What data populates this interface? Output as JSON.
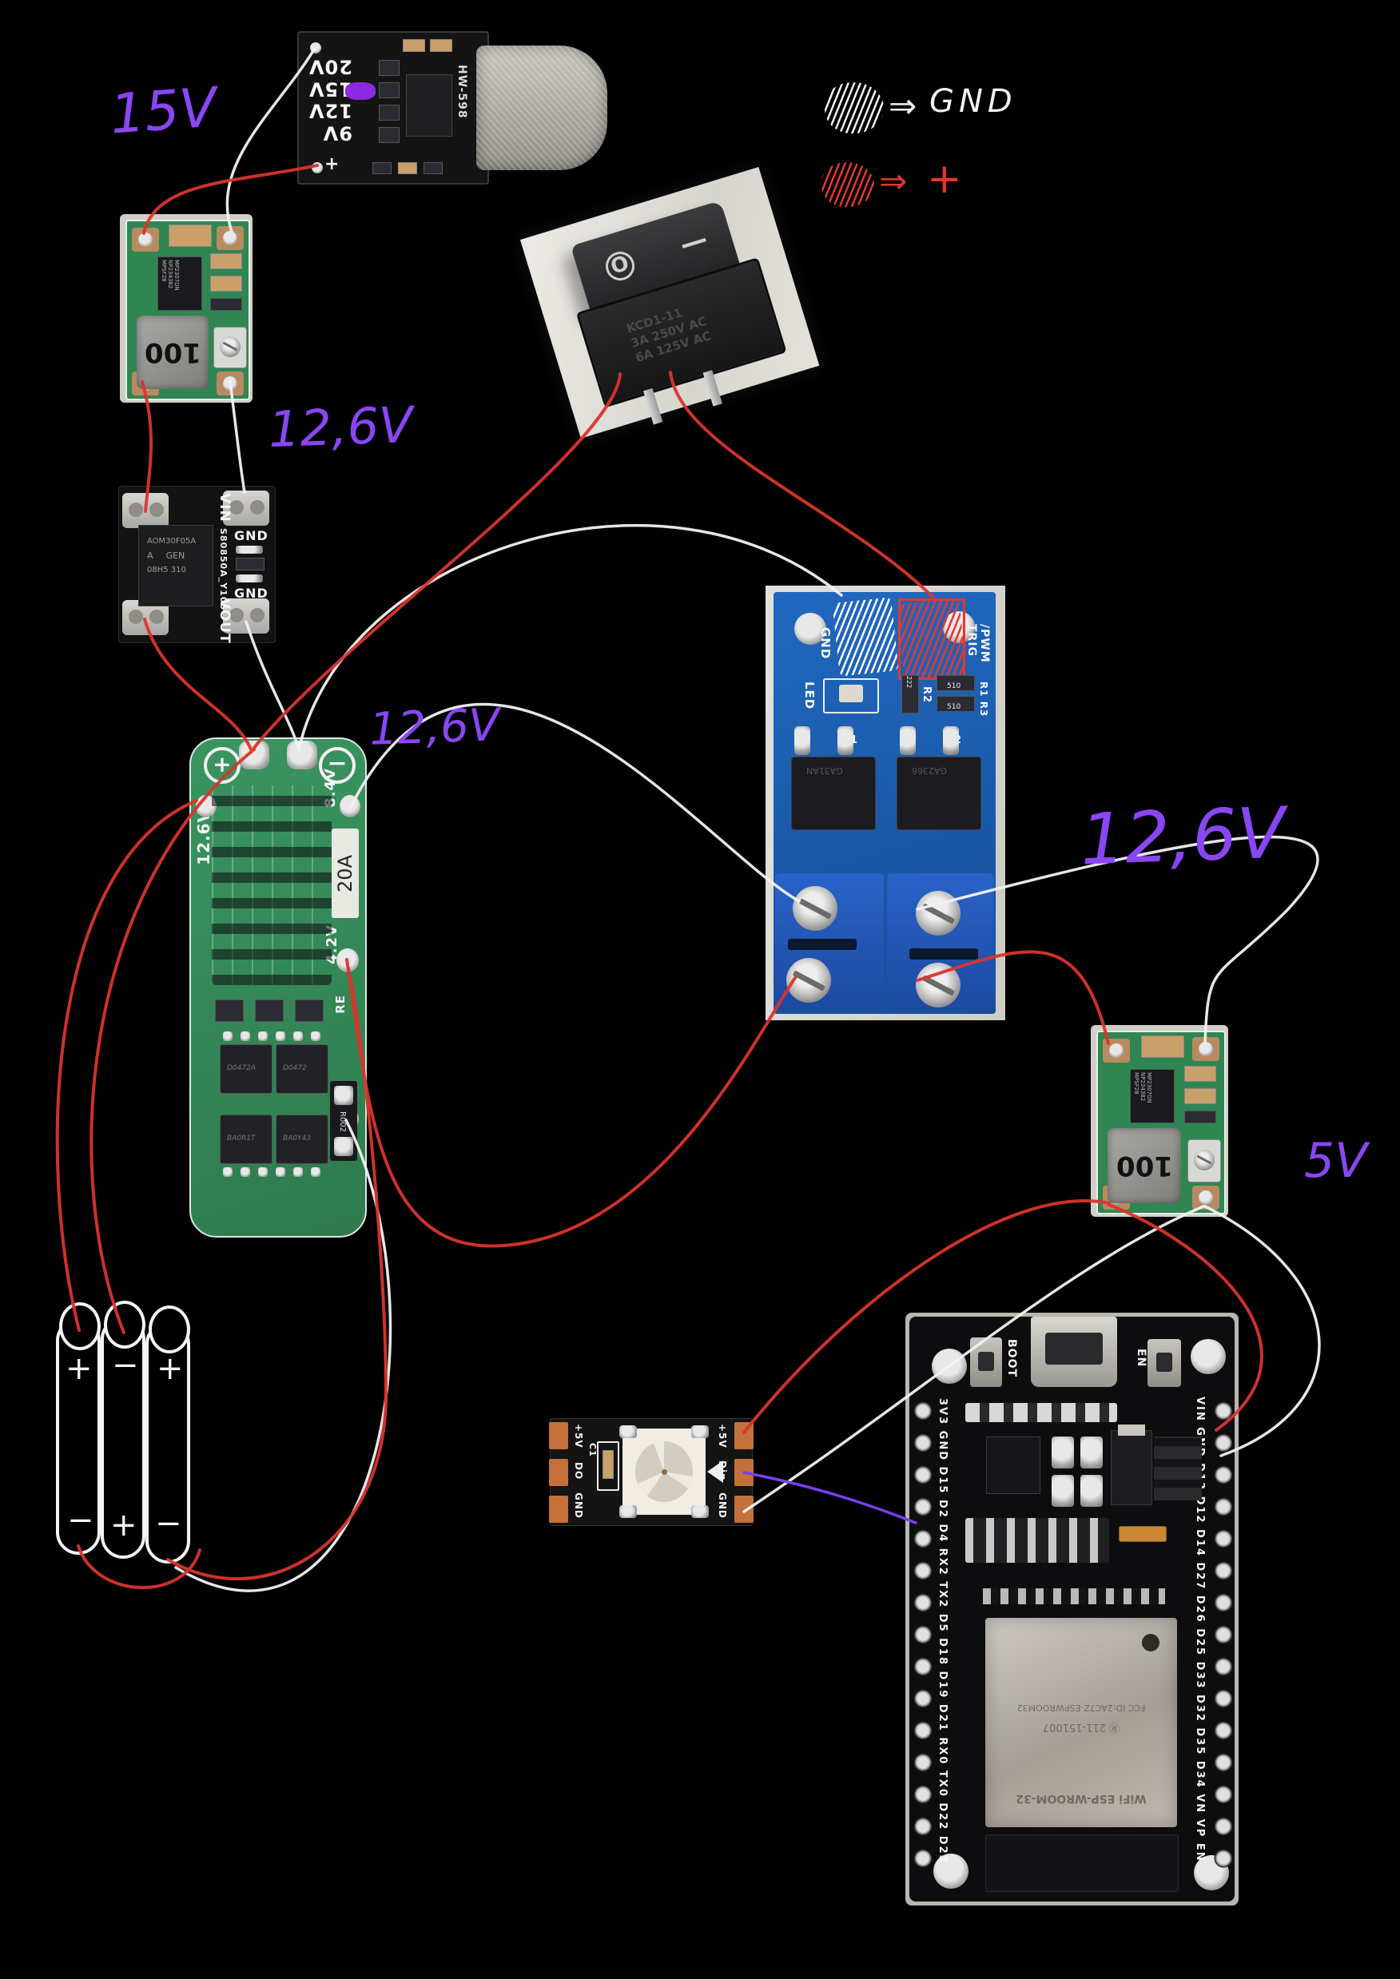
{
  "colors": {
    "background": "#000000",
    "wire_positive": "#d9352c",
    "wire_ground": "#f2f2f2",
    "wire_data": "#7b3ff2",
    "annotation_purple": "#8a46f5",
    "board_green": "#2f8653",
    "board_blue": "#1b5fb4"
  },
  "legend": {
    "gnd_label": "GND",
    "plus_label": "+",
    "arrow": "⇒"
  },
  "annotations": {
    "v15": "15V",
    "v126_top": "12,6V",
    "v126_mid": "12,6V",
    "v126_right": "12,6V",
    "v5": "5V"
  },
  "usb_trigger": {
    "voltages": [
      "20V",
      "15V",
      "12V",
      "9V"
    ],
    "chip": "HW-598",
    "plus": "+"
  },
  "buck": {
    "inductor": "100",
    "ic": [
      "MP2307DN",
      "NP234382",
      "MPSF28"
    ]
  },
  "load_switch": {
    "vin": "VIN",
    "part": "S80850A_Y105",
    "vout": "VOUT",
    "gnd_top": "GND",
    "gnd_bottom": "GND",
    "ic": "AOM30F05A",
    "ic_logo": "A",
    "ic_line2": "GEN",
    "ic_line3": "08H5  310"
  },
  "bms": {
    "pack_v": "12.6V",
    "out_v": "8.4V",
    "current": "20A",
    "cell_v": "4.2V",
    "re": "RE",
    "shunt": "R002",
    "plus": "+",
    "minus": "−",
    "fets": [
      "D0472A",
      "D0472",
      "BA0R1T",
      "BA0Y43"
    ]
  },
  "rocker": {
    "off_symbol": "O",
    "on_symbol": "—",
    "part": "KCD1-11",
    "rating1": "3A 250V AC",
    "rating2": "6A 125V AC"
  },
  "mosfet_module": {
    "gnd": "GND",
    "trig": "TRIG",
    "pwm": "/PWM",
    "led": "LED",
    "r2": "R2",
    "r1r3": "R1 R3",
    "res222": "222",
    "res510a": "510",
    "res510b": "510",
    "q1": "1",
    "q2": "2",
    "fet1": "GA31AN",
    "fet2": "GA2366"
  },
  "buck_out": {
    "inductor": "100",
    "ic": [
      "MP2307DN",
      "NP234382",
      "MPSF28"
    ]
  },
  "esp32": {
    "boot": "BOOT",
    "en": "EN",
    "left_pins": [
      "3V3",
      "GND",
      "D15",
      "D2",
      "D4",
      "RX2",
      "TX2",
      "D5",
      "D18",
      "D19",
      "D21",
      "RX0",
      "TX0",
      "D22",
      "D23"
    ],
    "right_pins": [
      "VIN",
      "GND",
      "D13",
      "D12",
      "D14",
      "D27",
      "D26",
      "D25",
      "D33",
      "D32",
      "D35",
      "D34",
      "VN",
      "VP",
      "EN"
    ],
    "shield_fcc": "FCC ID:2AC7Z-ESPWROOM32",
    "shield_cert": "Ⓡ 211-151007",
    "shield_wifi": "WiFi  ESP-WROOM-32"
  },
  "led_pixel": {
    "left_labels": [
      "+5V",
      "DO",
      "GND"
    ],
    "right_labels": [
      "+5V",
      "Din",
      "GND"
    ],
    "cap": "C1"
  },
  "battery": {
    "top_labels": [
      "+",
      "−",
      "+"
    ],
    "bottom_labels": [
      "−",
      "+",
      "−"
    ]
  }
}
